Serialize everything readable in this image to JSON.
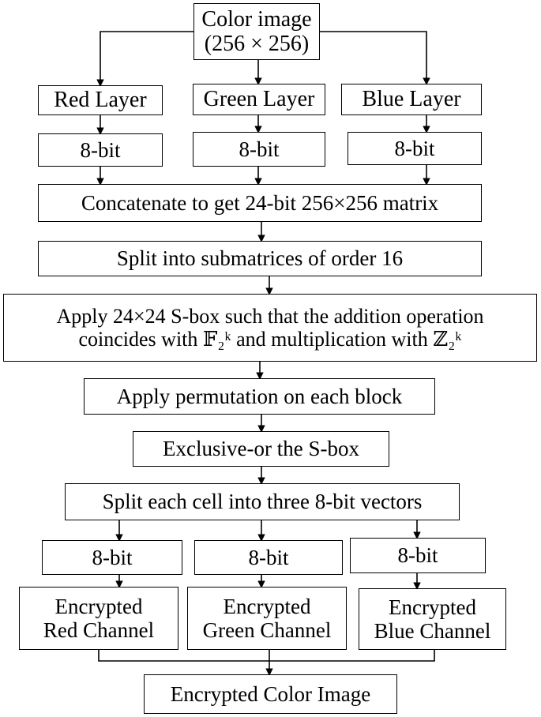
{
  "nodes": {
    "input": {
      "line1": "Color image",
      "line2": "(256 × 256)"
    },
    "red_layer": "Red Layer",
    "green_layer": "Green Layer",
    "blue_layer": "Blue Layer",
    "bits_red_in": "8-bit",
    "bits_green_in": "8-bit",
    "bits_blue_in": "8-bit",
    "concatenate": "Concatenate to get 24-bit 256×256 matrix",
    "split_submatrices": "Split into submatrices of order 16",
    "apply_sbox": {
      "line1": "Apply 24×24 S-box such that the addition operation",
      "line2": "coincides with 𝔽₂ᵏ and multiplication with ℤ₂ᵏ"
    },
    "permutation": "Apply permutation on each block",
    "xor_sbox": "Exclusive-or the S-box",
    "split_cells": "Split each cell into three 8-bit vectors",
    "bits_red_out": "8-bit",
    "bits_green_out": "8-bit",
    "bits_blue_out": "8-bit",
    "enc_red": {
      "line1": "Encrypted",
      "line2": "Red Channel"
    },
    "enc_green": {
      "line1": "Encrypted",
      "line2": "Green Channel"
    },
    "enc_blue": {
      "line1": "Encrypted",
      "line2": "Blue Channel"
    },
    "output": "Encrypted Color Image"
  }
}
